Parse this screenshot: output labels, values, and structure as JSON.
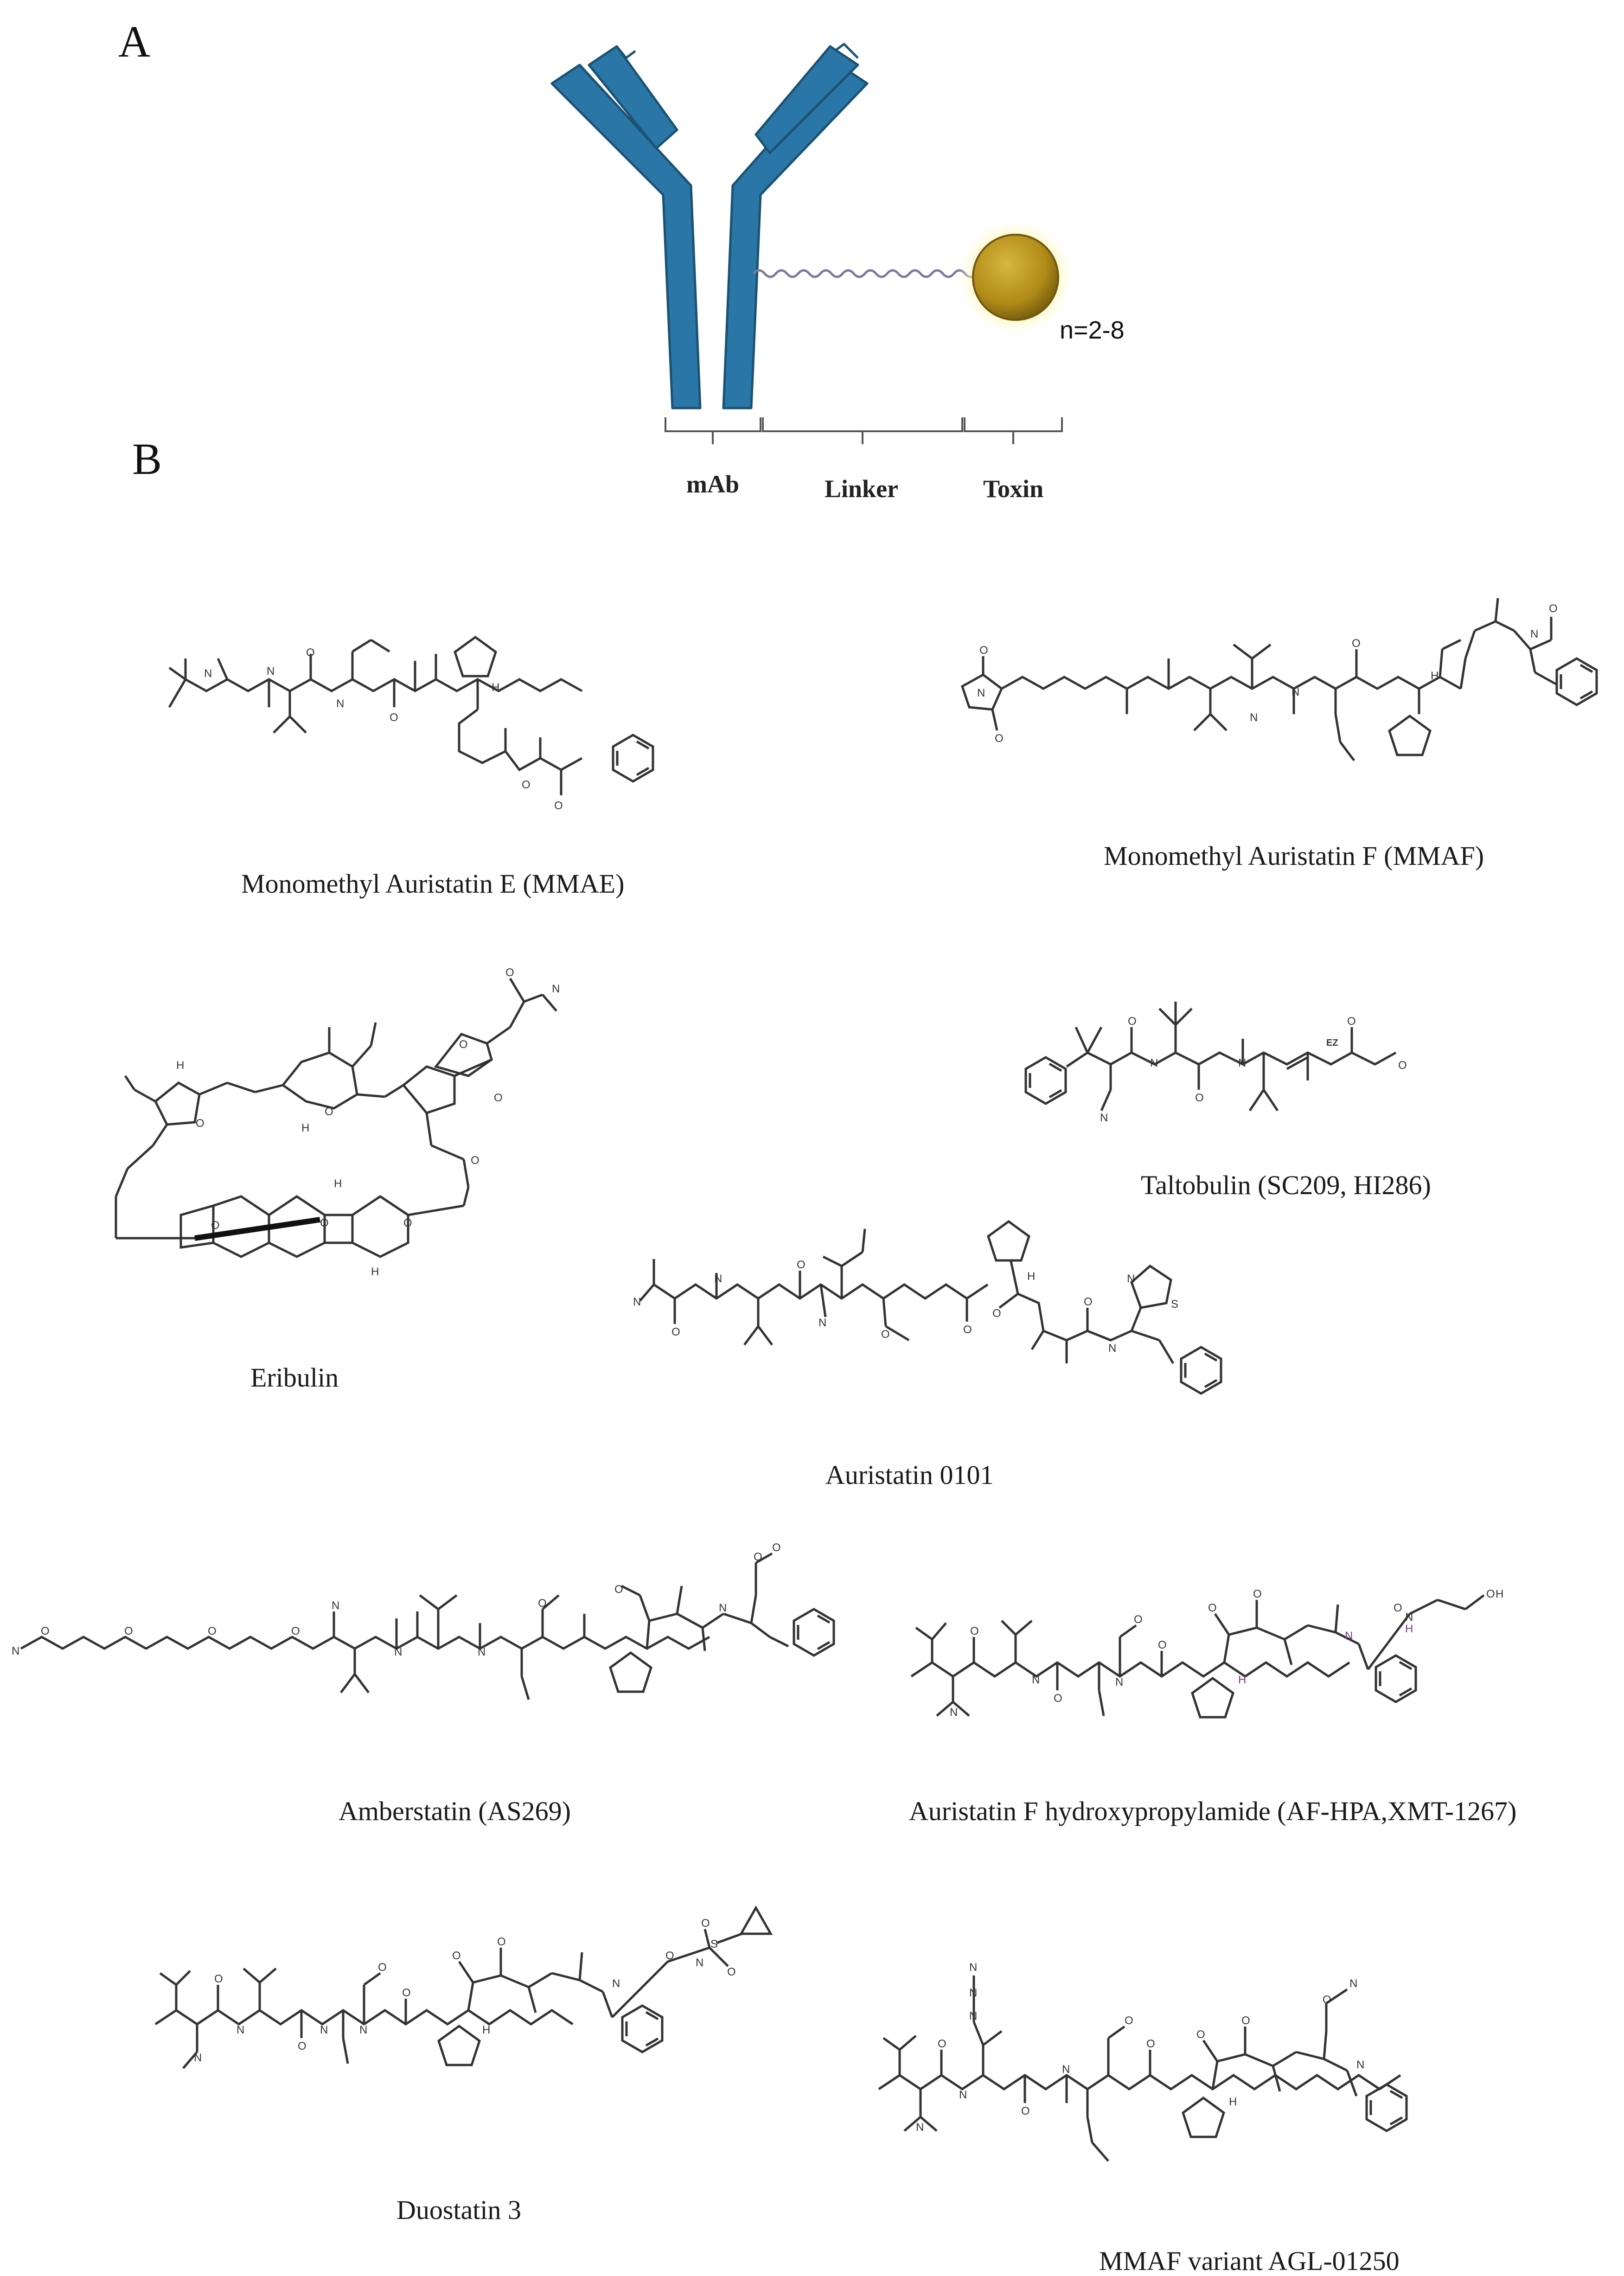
{
  "panels": {
    "a": "A",
    "b": "B"
  },
  "schematic": {
    "labels": {
      "mab": "mAb",
      "linker": "Linker",
      "toxin": "Toxin"
    },
    "dar": "n=2-8",
    "colors": {
      "antibody": "#2a76a6",
      "antibody_edge": "#1a5273",
      "linker": "#7a7aa0",
      "toxin": "#b69320",
      "glow": "#fff4a8"
    }
  },
  "atoms": {
    "nitrogen": "N",
    "oxygen": "O",
    "hydrogen": "H",
    "sulfur": "S",
    "ez": "EZ"
  },
  "compounds": [
    {
      "caption": "Monomethyl Auristatin E (MMAE)"
    },
    {
      "caption": "Monomethyl Auristatin F (MMAF)"
    },
    {
      "caption": "Eribulin"
    },
    {
      "caption": "Taltobulin (SC209, HI286)"
    },
    {
      "caption": "Auristatin 0101"
    },
    {
      "caption": "Amberstatin (AS269)"
    },
    {
      "caption": "Auristatin F hydroxypropylamide (AF-HPA,XMT-1267)"
    },
    {
      "caption": "Duostatin 3"
    },
    {
      "caption": "MMAF variant AGL-01250"
    }
  ]
}
